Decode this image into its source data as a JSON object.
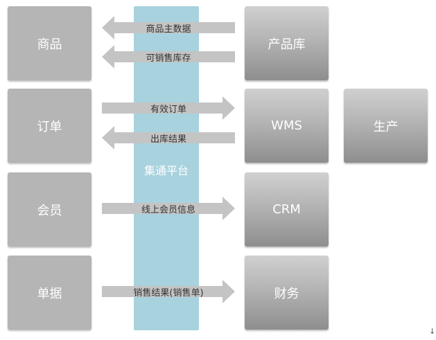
{
  "platform": {
    "label": "集通平台"
  },
  "left_systems": [
    {
      "label": "商品"
    },
    {
      "label": "订单"
    },
    {
      "label": "会员"
    },
    {
      "label": "单据"
    }
  ],
  "right_systems": [
    {
      "label": "产品库"
    },
    {
      "label": "WMS"
    },
    {
      "label": "CRM"
    },
    {
      "label": "财务"
    }
  ],
  "extra_system": {
    "label": "生产"
  },
  "flows": [
    {
      "label": "商品主数据",
      "direction": "left"
    },
    {
      "label": "可销售库存",
      "direction": "left"
    },
    {
      "label": "有效订单",
      "direction": "right"
    },
    {
      "label": "出库结果",
      "direction": "left"
    },
    {
      "label": "线上会员信息",
      "direction": "right"
    },
    {
      "label": "销售结果(销售单)",
      "direction": "right"
    }
  ],
  "colors": {
    "platform": "#a8d2dd",
    "box": "#b5b5b5",
    "arrow": "#c4c4c4",
    "text_light": "#ffffff",
    "text_dark": "#333333"
  },
  "footer": {
    "mark": "↓"
  }
}
